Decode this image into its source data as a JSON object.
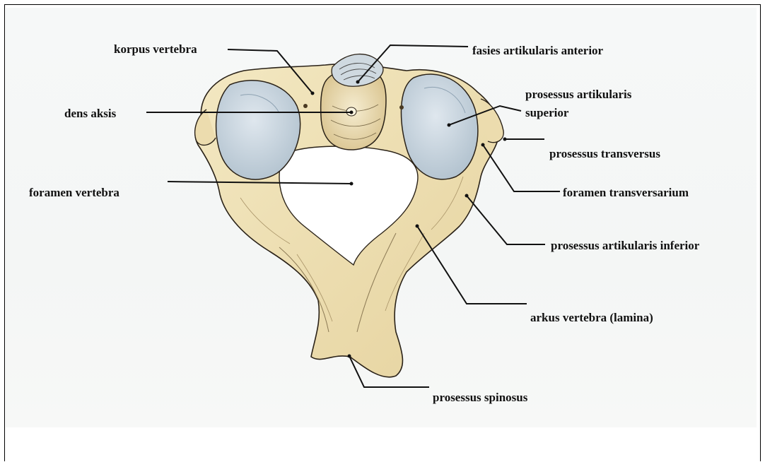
{
  "labels": {
    "korpus_vertebra": "korpus vertebra",
    "dens_aksis": "dens aksis",
    "foramen_vertebra": "foramen vertebra",
    "fasies_artikularis_anterior": "fasies artikularis anterior",
    "prosessus_artikularis_superior_line1": "prosessus artikularis",
    "prosessus_artikularis_superior_line2": "superior",
    "prosessus_transversus": "prosessus transversus",
    "foramen_transversarium": "foramen transversarium",
    "prosessus_artikularis_inferior": "prosessus artikularis inferior",
    "arkus_vertebra": "arkus vertebra (lamina)",
    "prosessus_spinosus": "prosessus spinosus"
  },
  "colors": {
    "bone": "#efe2b6",
    "bone_shadow": "#d9c48e",
    "cartilage": "#c9d6e0",
    "outline": "#2a2218",
    "leader": "#111111",
    "background": "#f5f7f6"
  }
}
